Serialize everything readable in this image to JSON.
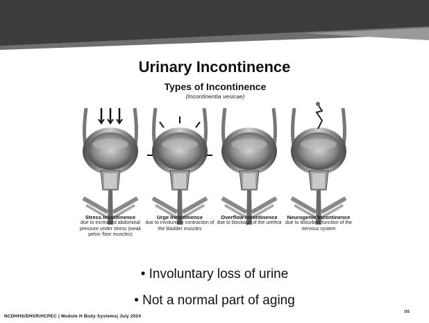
{
  "slide": {
    "title": "Urinary Incontinence",
    "bullets": [
      "• Involuntary loss of urine",
      "• Not a normal part of aging"
    ],
    "footer": "NCDHHS/DHSR/HCPEC | Module H Body Systems| July 2024",
    "page_number": "152"
  },
  "figure": {
    "title": "Types of Incontinence",
    "subtitle": "(Incontinentia vesicae)",
    "panels": [
      {
        "name": "Stress Incontinence",
        "description": "due to increased abdominal pressure under stress (weak pelvic floor muscles)"
      },
      {
        "name": "Urge Incontinence",
        "description": "due to involuntary contraction of the bladder muscles"
      },
      {
        "name": "Overflow Incontinence",
        "description": "due to blockage of the urethra"
      },
      {
        "name": "Neurogenic Incontinence",
        "description": "due to disturbed function of the nervous system"
      }
    ]
  }
}
